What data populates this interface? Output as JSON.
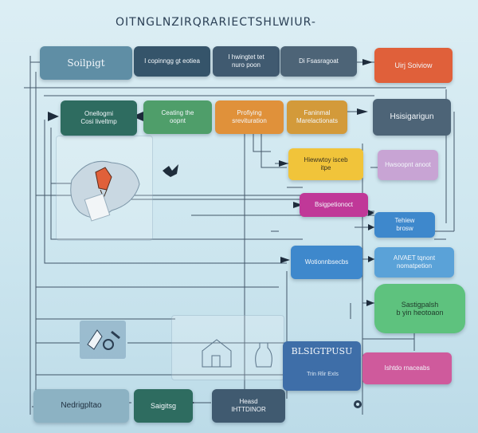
{
  "title": "OITNGLNZIRQRARIECTSHLWIUR-",
  "boxes": {
    "soilpigt": "Soilpigt",
    "icopinng": "I copinngg gt eotiea",
    "ihewingtet": "I hwingtet tet\nnuro poon",
    "dixfesag": "Di Fsasragoat",
    "uirsolviow": "Uirj Soiviow",
    "onellogmi": "Onellogmi\nCosi liveltmp",
    "ceating": "Ceating the\noopnt",
    "profiying": "Profiying\nsrevituration",
    "faninmal": "Faninmal\nMarelactionats",
    "hsigarigun": "Hsisigarigun",
    "hiewing": "Hiewwtoy isceb\nitpe",
    "hwsoopnt": "Hwsoopnt anoot",
    "bsigpetion": "Bsigpetionoct",
    "tehiew": "Tehiew\nbrosw",
    "wotionnb": "Wotionnbsecbs",
    "aivaet": "AIVAET tqnont\nnomatpetion",
    "sastigpalsh": "Sastigpalsh\nb yin heotoaon",
    "blsig": "BLSIGTPUSU",
    "trinrr": "Trin Rlir ExIs",
    "ishtdo": "Ishtdo rnaceabs",
    "nedrigpltao": "Nedrigpltao",
    "saigitsg": "Saigitsg",
    "heasd": "Heasd\nIHTTDINOR"
  },
  "colors": {
    "blue_gray": "#5f8ea5",
    "dark_slate": "#35546a",
    "slate": "#405a70",
    "orange_red": "#e0603a",
    "dark_green": "#2e6c60",
    "green": "#4f9e6a",
    "orange": "#e0913a",
    "amber": "#d39a3a",
    "steel": "#4d6477",
    "yellow": "#f1c43a",
    "lavender": "#c8a4d4",
    "magenta": "#c03898",
    "blue": "#3e88cc",
    "sky": "#5aa2d8",
    "mint": "#5ec27e",
    "pink": "#cf5a9c"
  },
  "icons": {
    "sketch_pane": "hand-drawn-sketch-icon",
    "bird": "bird-icon",
    "tools": "tools-icon",
    "house": "house-sketch-icon",
    "vase": "vase-sketch-icon",
    "gear": "gear-icon"
  }
}
